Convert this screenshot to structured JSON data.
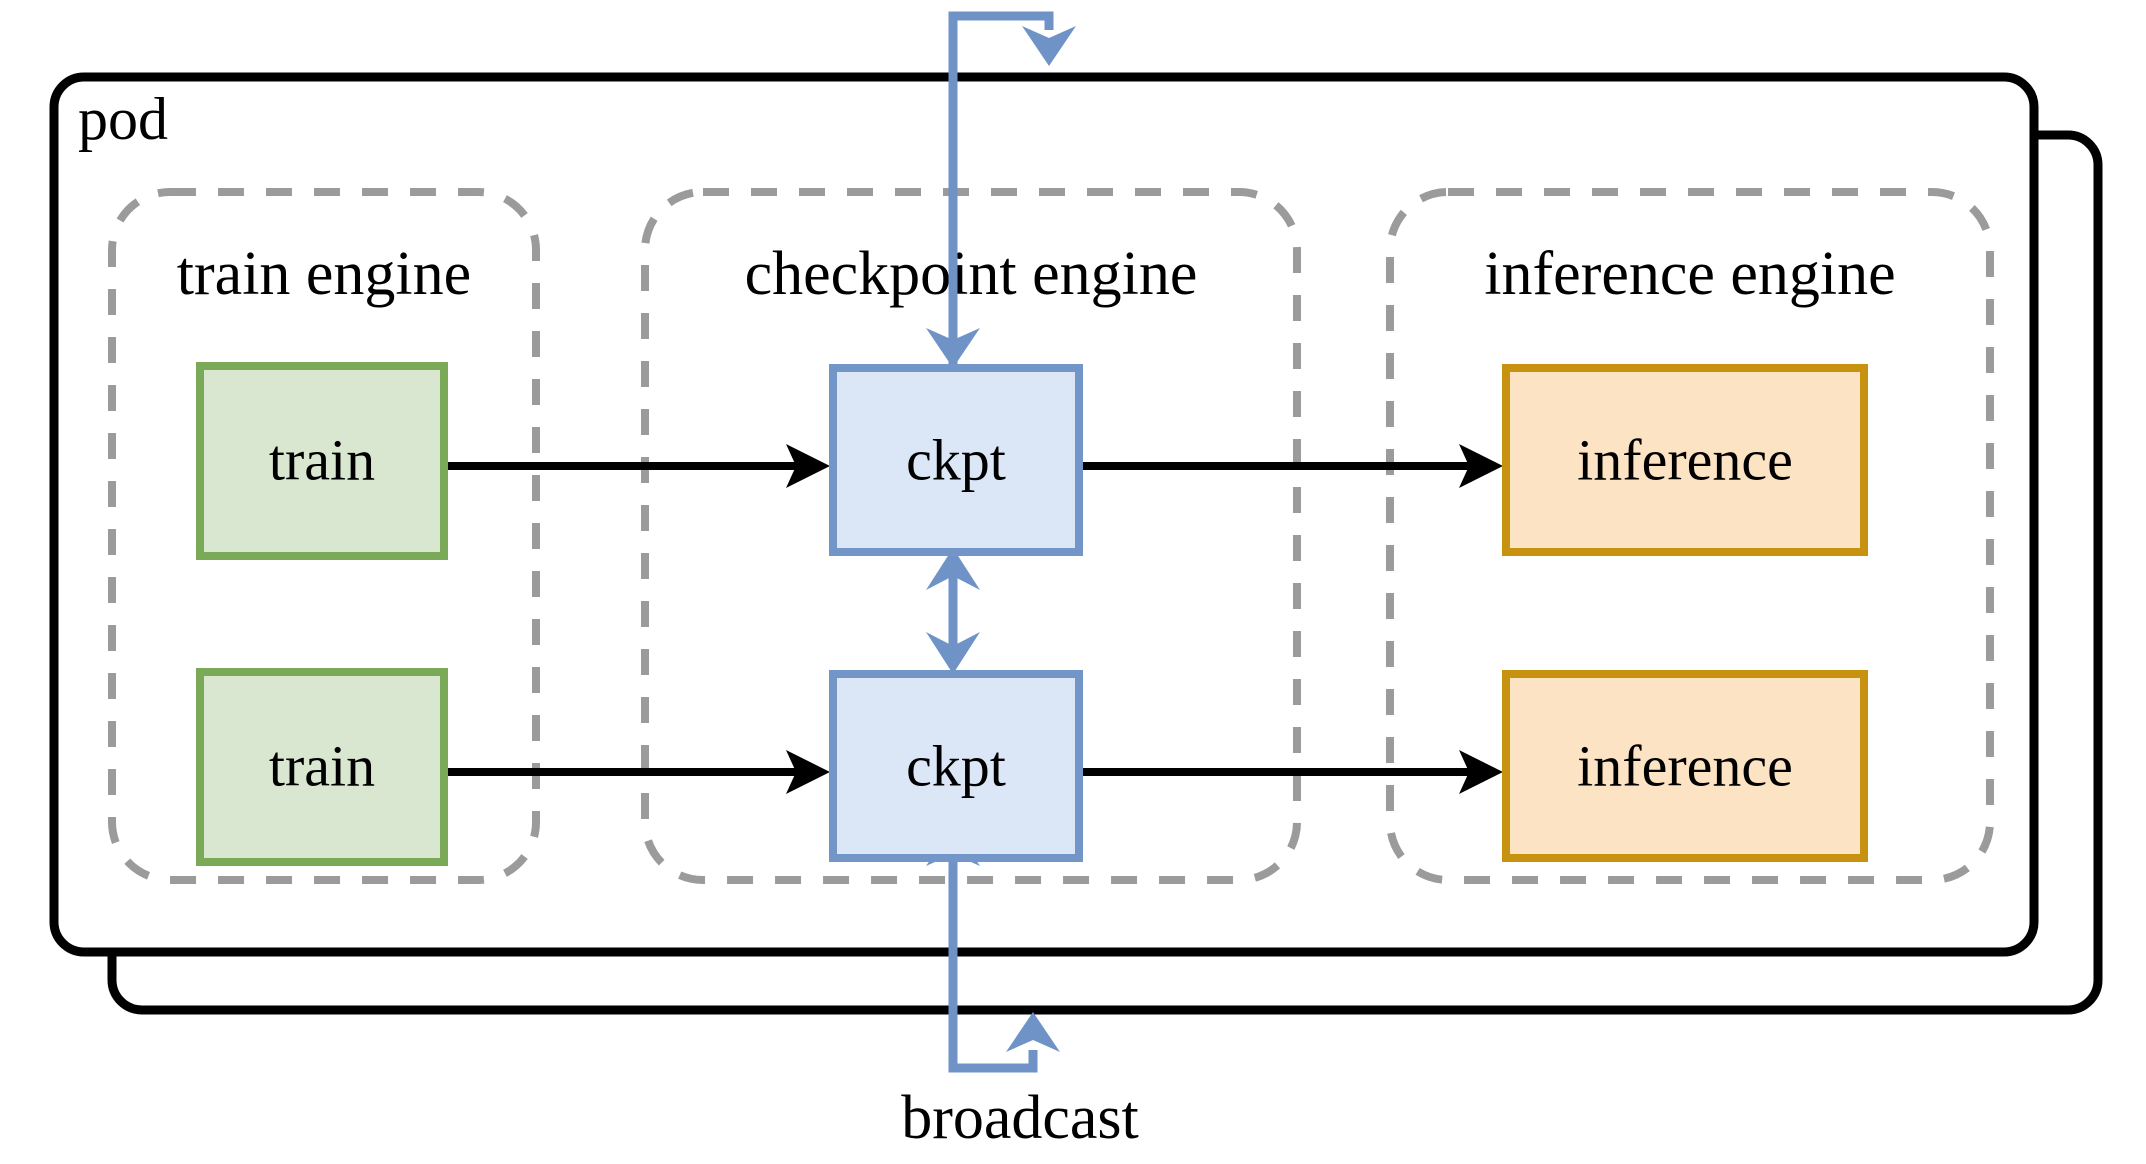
{
  "diagram": {
    "title_label": "pod",
    "pod_outer": {
      "label": "pod",
      "stacked_copies": 2
    },
    "engines": [
      {
        "id": "train-engine",
        "label": "train engine",
        "nodes": [
          {
            "id": "train-top",
            "label": "train",
            "fill": "#d9e7d0",
            "stroke": "#7aaa58"
          },
          {
            "id": "train-bottom",
            "label": "train",
            "fill": "#d9e7d0",
            "stroke": "#7aaa58"
          }
        ]
      },
      {
        "id": "checkpoint-engine",
        "label": "checkpoint engine",
        "nodes": [
          {
            "id": "ckpt-top",
            "label": "ckpt",
            "fill": "#dbe7f7",
            "stroke": "#7296c8"
          },
          {
            "id": "ckpt-bottom",
            "label": "ckpt",
            "fill": "#dbe7f7",
            "stroke": "#7296c8"
          }
        ]
      },
      {
        "id": "inference-engine",
        "label": "inference engine",
        "nodes": [
          {
            "id": "inference-top",
            "label": "inference",
            "fill": "#fce3c4",
            "stroke": "#c89211"
          },
          {
            "id": "inference-bottom",
            "label": "inference",
            "fill": "#fce3c4",
            "stroke": "#c89211"
          }
        ]
      }
    ],
    "connections": {
      "broadcast_label": "broadcast",
      "train_to_ckpt_color": "#000000",
      "ckpt_to_inference_color": "#000000",
      "broadcast_color": "#6f93c6",
      "peer_sync_color": "#6f93c6"
    },
    "colors": {
      "pod_border": "#000000",
      "engine_border": "#9b9b9b",
      "train_fill": "#d9e7d0",
      "train_border": "#7aaa58",
      "ckpt_fill": "#dbe7f7",
      "ckpt_border": "#7296c8",
      "inference_fill": "#fce3c4",
      "inference_border": "#c89211",
      "blue_arrow": "#6f93c6",
      "black_arrow": "#000000",
      "background": "#ffffff"
    }
  }
}
